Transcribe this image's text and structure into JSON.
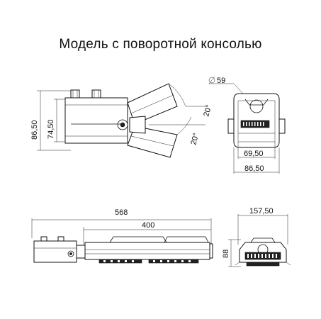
{
  "title": "Модель с поворотной консолью",
  "views": {
    "side": {
      "height_total": "86,50",
      "height_body": "74,50",
      "angle_up": "20°",
      "angle_down": "20°"
    },
    "front": {
      "diameter": "59",
      "inner_width": "69,50",
      "outer_width": "86,50"
    },
    "long": {
      "length_total": "568",
      "length_body": "400",
      "width": "157,50",
      "height": "88"
    }
  }
}
